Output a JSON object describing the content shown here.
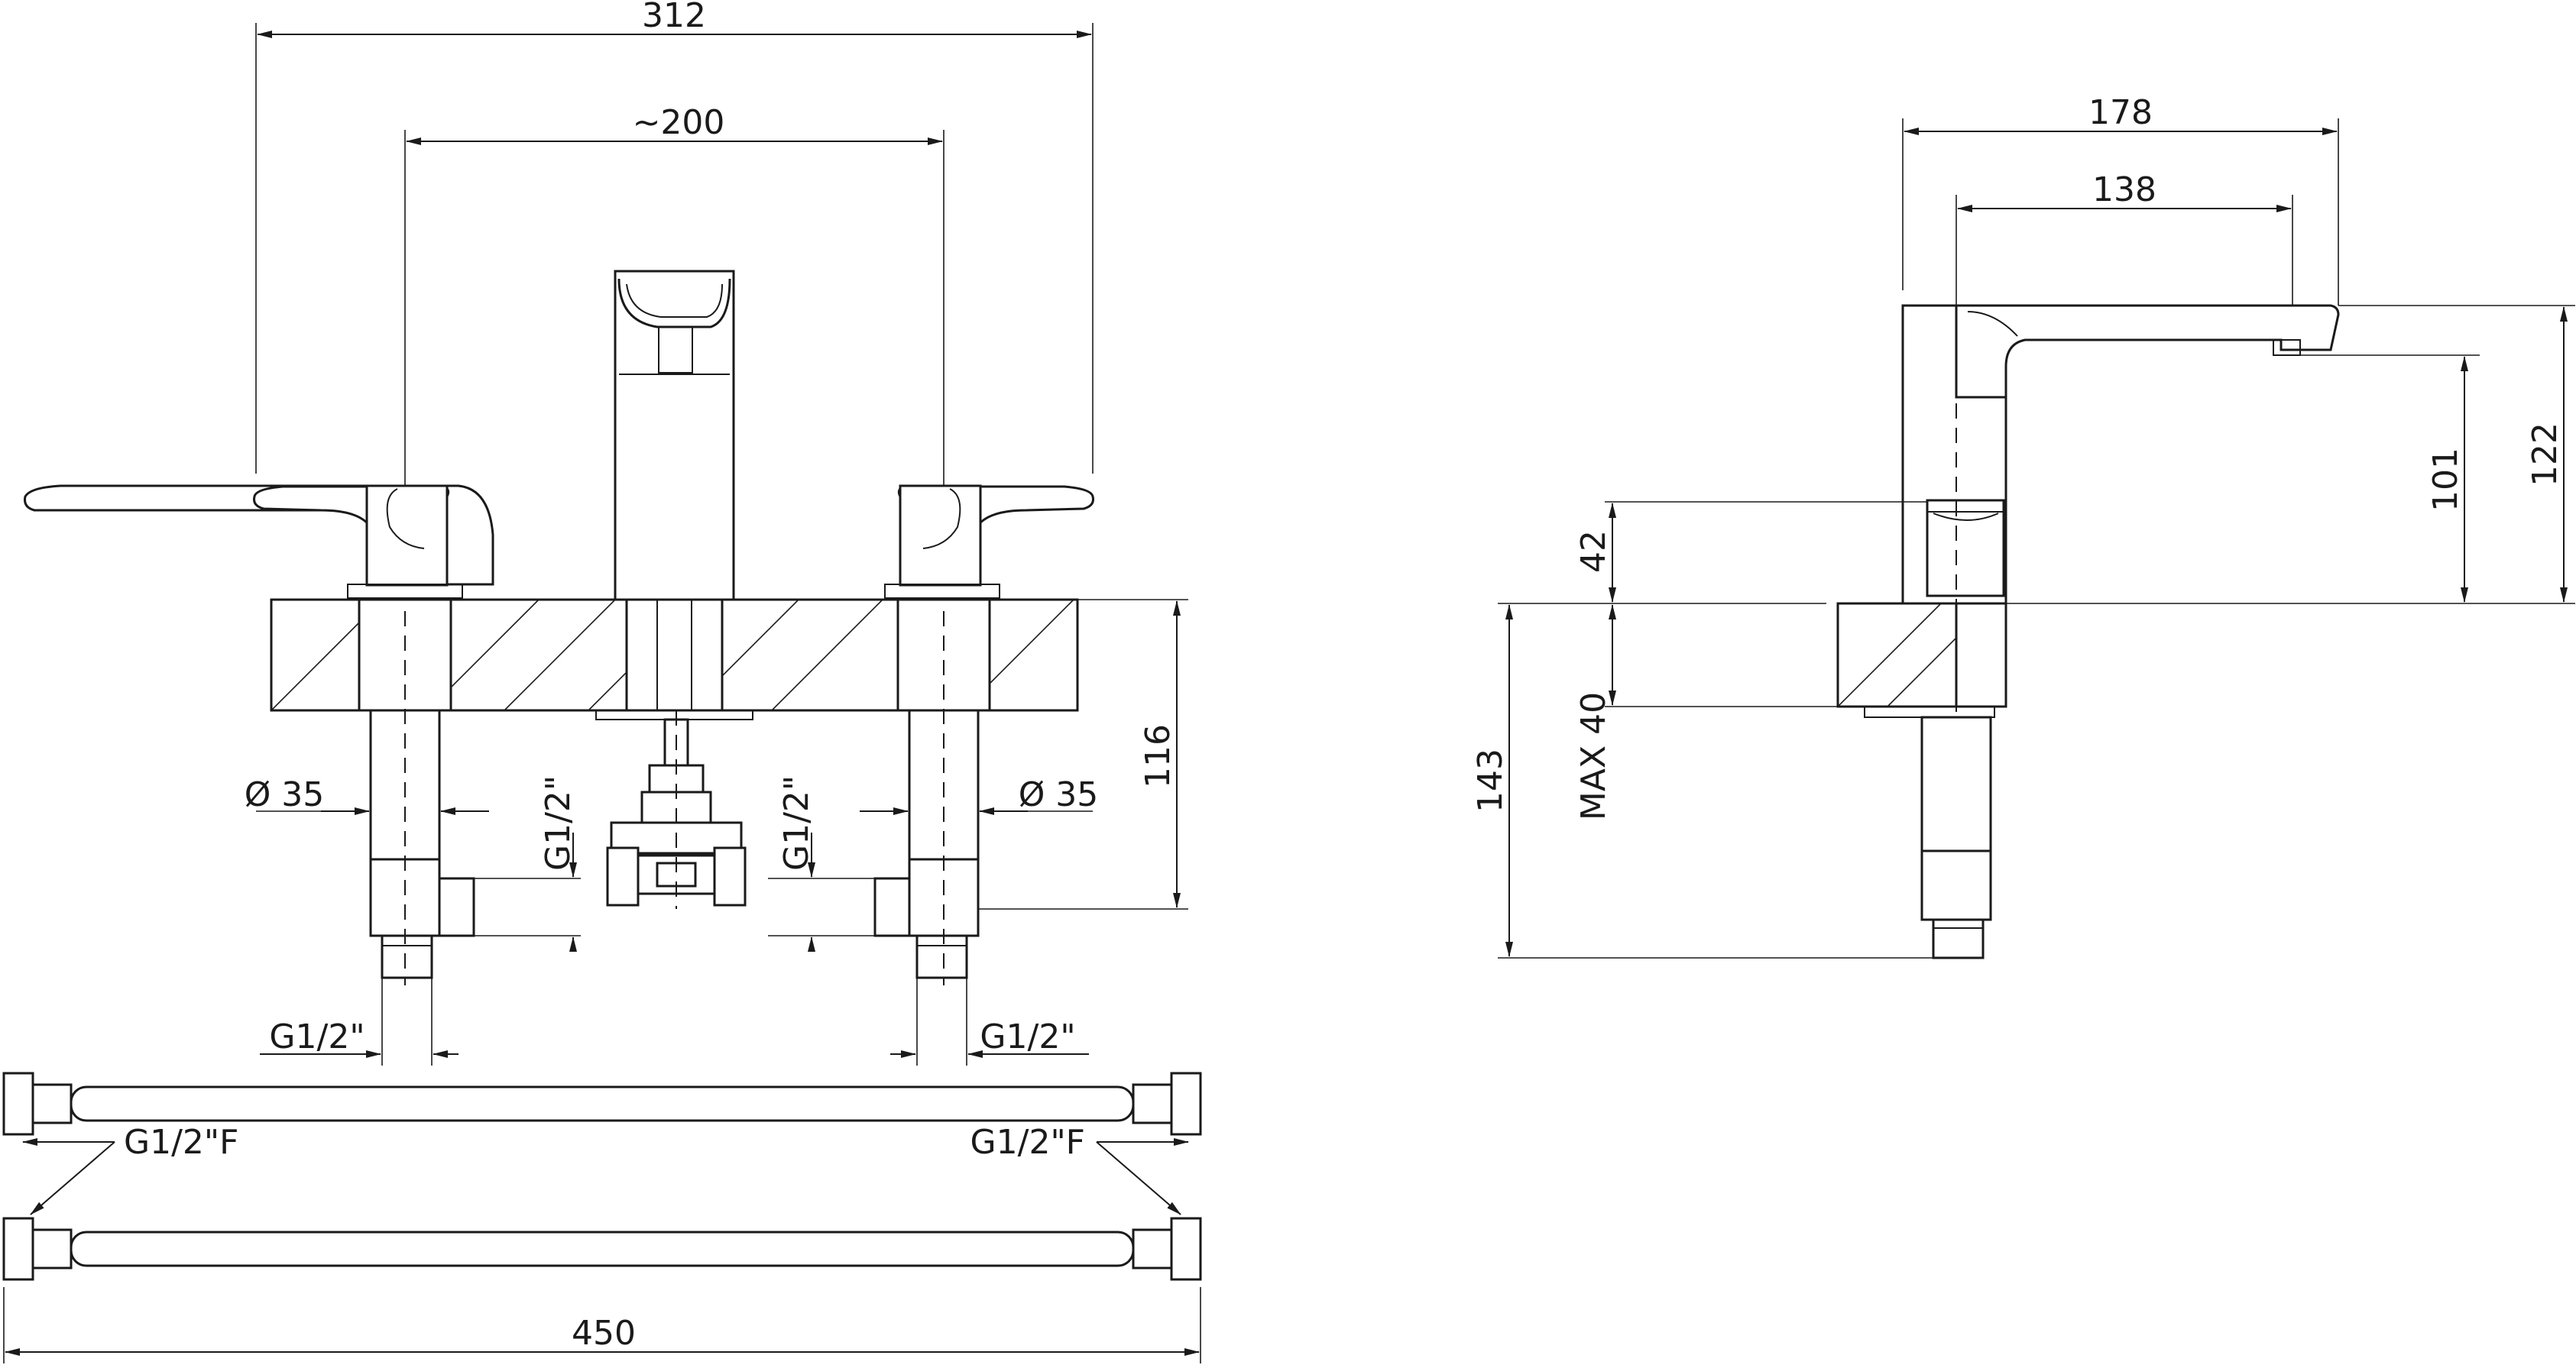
{
  "front_view": {
    "width_overall": "312",
    "spacing": "~200",
    "height": "116",
    "left_diameter": "Ø 35",
    "right_diameter": "Ø 35",
    "thread_left_vertical": "G1/2\"",
    "thread_right_vertical": "G1/2\"",
    "thread_left_bottom": "G1/2\"",
    "thread_right_bottom": "G1/2\""
  },
  "side_view": {
    "reach_overall": "178",
    "reach_spout": "138",
    "spout_height": "101",
    "total_height": "122",
    "above_deck": "42",
    "deck_thickness": "MAX 40",
    "below_height": "143"
  },
  "hoses": {
    "left_connector": "G1/2\"F",
    "right_connector": "G1/2\"F",
    "length": "450"
  }
}
